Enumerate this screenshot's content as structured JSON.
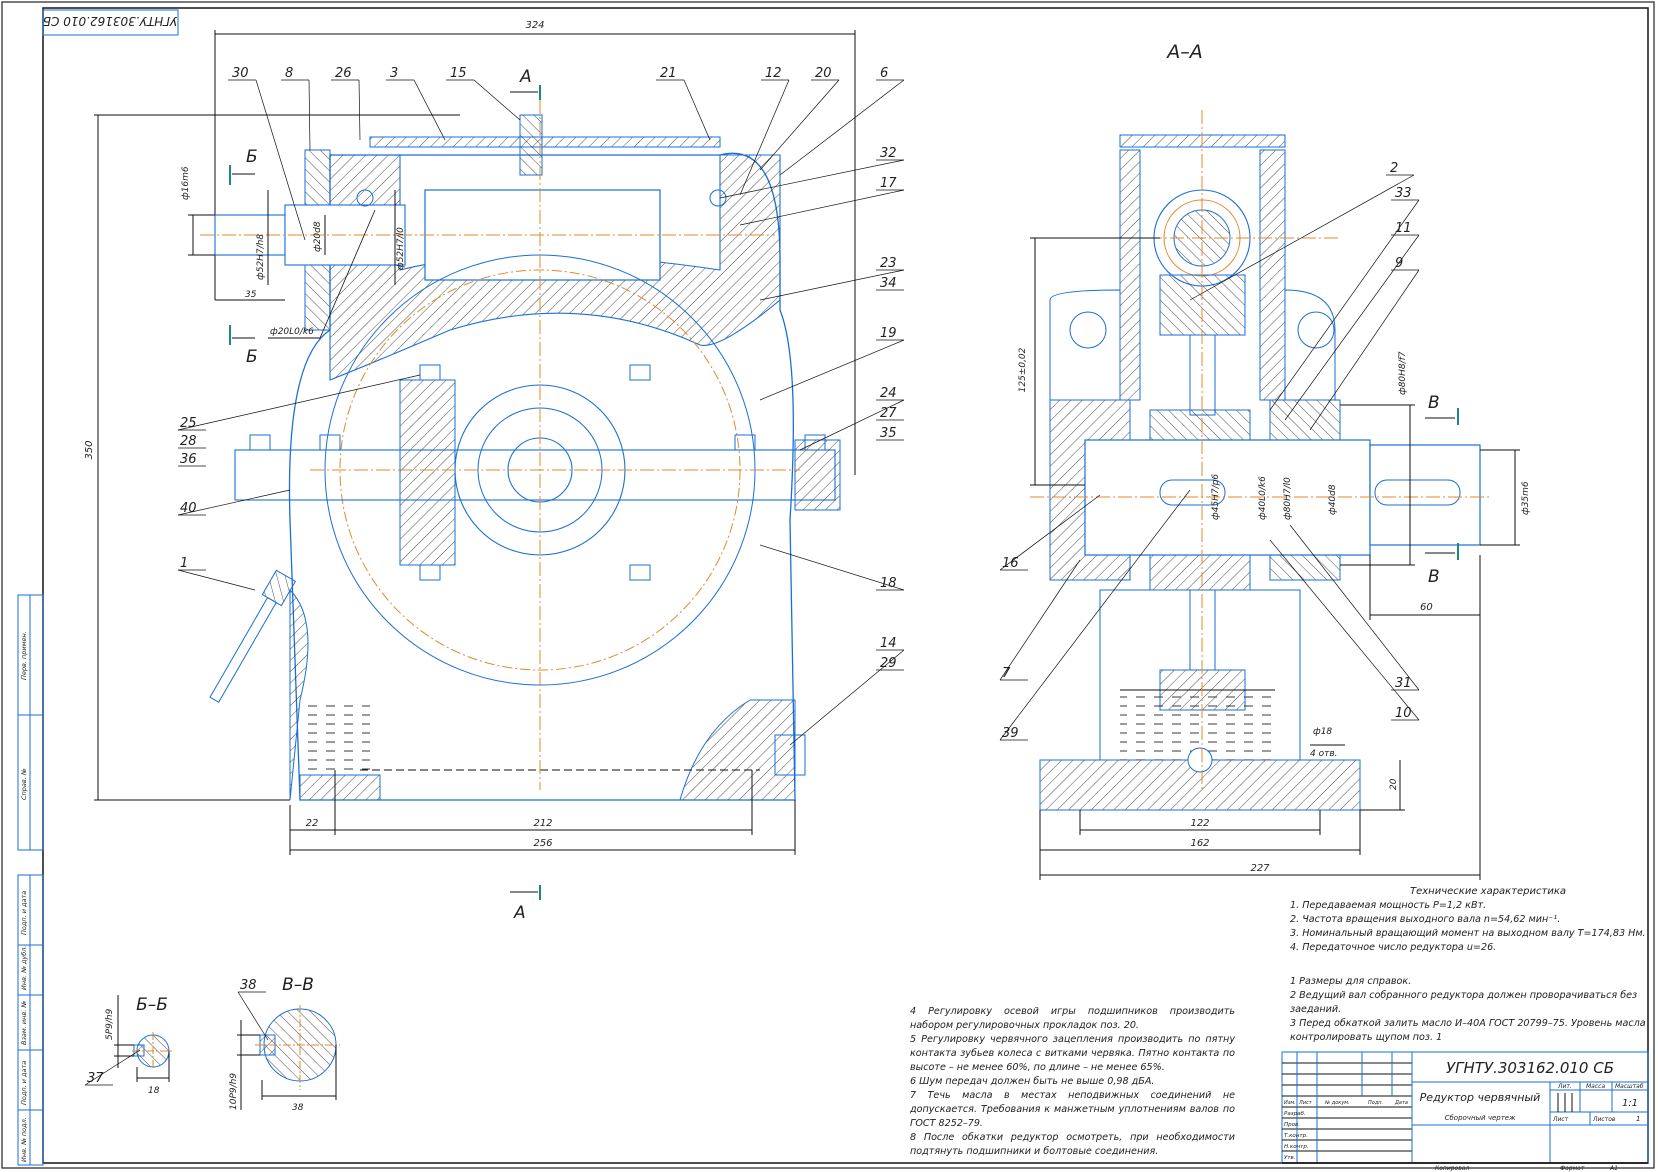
{
  "drawing": {
    "stamp_rotated": "УГНТУ.303162.010 СБ",
    "title": "Редуктор червячный",
    "subtitle": "Сборочный чертеж",
    "designation": "УГНТУ.303162.010 СБ",
    "scale": "1:1",
    "sheet_label": "Лист",
    "sheets_label": "Листов",
    "sheets_value": "1",
    "lit_label": "Лит.",
    "mass_label": "Масса",
    "scale_label": "Масштаб",
    "copied_label": "Копировал",
    "format_label": "Формат",
    "format_value": "A1",
    "tb_cols": [
      "Изм.",
      "Лист",
      "№ докум.",
      "Подп.",
      "Дата"
    ],
    "tb_rows": [
      "Разраб.",
      "Пров.",
      "Т.контр.",
      "",
      "Н.контр.",
      "Утв."
    ]
  },
  "side_stamp": [
    "Перв. примен.",
    "Справ. №",
    "Подп. и дата",
    "Инв. № дубл.",
    "Взам. инв. №",
    "Подп. и дата",
    "Инв. № подл."
  ],
  "views": {
    "main_section_labels": [
      "А",
      "А"
    ],
    "section_aa_title": "А–А",
    "section_bb_title": "Б–Б",
    "section_vv_title": "В–В",
    "cut_b_labels": [
      "Б",
      "Б"
    ],
    "cut_v_labels": [
      "В",
      "В"
    ]
  },
  "dimensions": {
    "main": {
      "overall_width": "324",
      "overall_height": "350",
      "d16": "ф16m6",
      "d52_h8": "ф52H7/h8",
      "d20d8": "ф20d8",
      "d52_l0": "ф52H7/l0",
      "len35": "35",
      "d20_k6": "ф20L0/k6",
      "w22": "22",
      "w212": "212",
      "w256": "256"
    },
    "section_aa": {
      "center_dist": "125±0,02",
      "d80_f7": "ф80H8/f7",
      "d45": "ф45H7/p6",
      "d40_k6": "ф40L0/k6",
      "d80_l0": "ф80H7/l0",
      "d40d8": "ф40d8",
      "d35": "ф35m6",
      "len60": "60",
      "d18": "ф18",
      "holes": "4 отв.",
      "h20": "20",
      "w122": "122",
      "w162": "162",
      "w227": "227"
    },
    "section_bb": {
      "key": "5P9/h9",
      "dia": "18"
    },
    "section_vv": {
      "key": "10P9/h9",
      "dia": "38"
    }
  },
  "callouts": {
    "main_top": [
      "30",
      "8",
      "26",
      "3",
      "15",
      "21",
      "12",
      "20",
      "6"
    ],
    "main_right": [
      "32",
      "17",
      "23",
      "34",
      "19",
      "24",
      "27",
      "35",
      "18",
      "14",
      "29"
    ],
    "main_left": [
      "25",
      "28",
      "36",
      "40",
      "1"
    ],
    "aa": [
      "2",
      "33",
      "11",
      "9",
      "16",
      "7",
      "39",
      "31",
      "10"
    ],
    "bb": [
      "37"
    ],
    "vv": [
      "38"
    ]
  },
  "tech_specs": {
    "title": "Технические характеристика",
    "items": [
      "1. Передаваемая мощность P=1,2 кВт.",
      "2. Частота вращения выходного вала n=54,62 мин⁻¹.",
      "3. Номинальный вращающий момент на выходном валу T=174,83 Нм.",
      "4. Передаточное число редуктора u=26."
    ]
  },
  "requirements_right": [
    "1 Размеры для справок.",
    "2 Ведущий вал собранного редуктора должен проворачиваться без заеданий.",
    "3 Перед обкаткой залить масло И–40А ГОСТ 20799–75. Уровень масла контролировать щупом поз. 1"
  ],
  "requirements_left": [
    "4 Регулировку осевой игры подшипников производить набором регулировочных прокладок поз. 20.",
    "5 Регулировку червячного зацепления производить по пятну контакта зубьев колеса с витками червяка. Пятно контакта по высоте – не менее 60%, по длине – не менее 65%.",
    "6 Шум передач должен быть не выше 0,98 дБА.",
    "7 Течь масла в местах неподвижных соединений не допускается. Требования к манжетным уплотнениям валов по ГОСТ 8252–79.",
    "8 После обкатки редуктор осмотреть, при необходимости подтянуть подшипники и болтовые соединения."
  ],
  "colors": {
    "outline": "#1a6fd4",
    "center": "#e08a2a",
    "dim": "#111111",
    "cut": "#1a8a7a"
  }
}
